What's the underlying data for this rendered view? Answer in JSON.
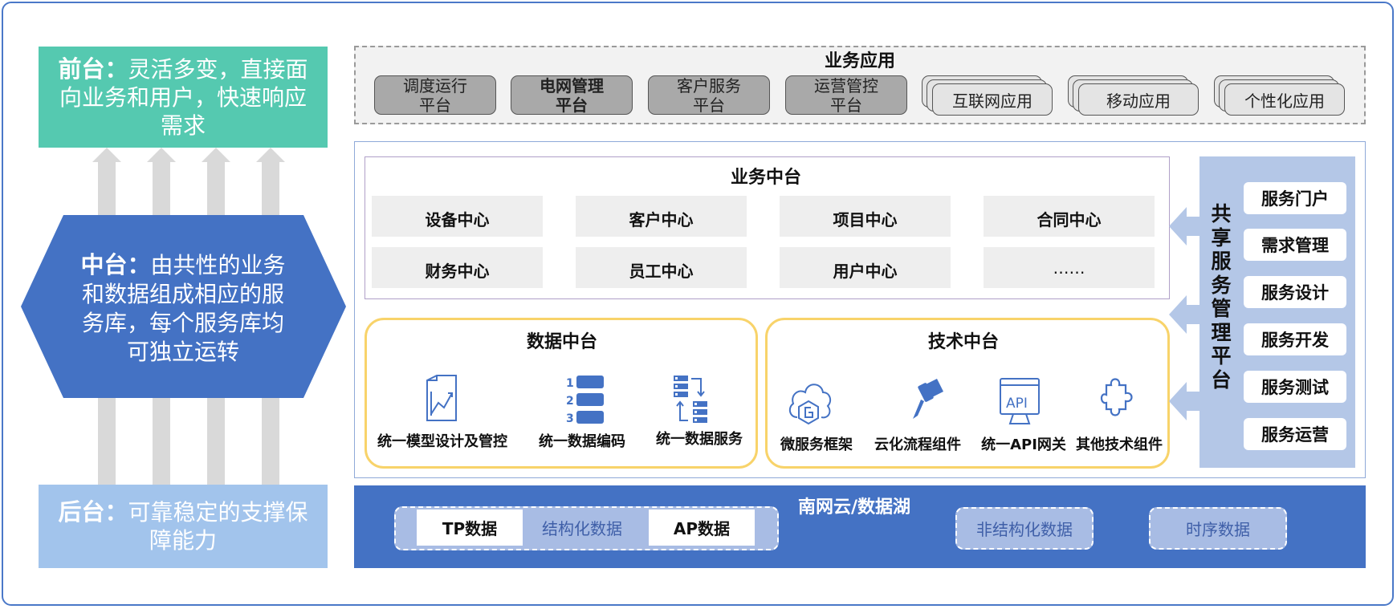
{
  "left": {
    "front_label": "前台：",
    "front_text": "灵活多变，直接面向业务和用户，快速响应需求",
    "middle_label": "中台：",
    "middle_text": "由共性的业务和数据组成相应的服务库，每个服务库均可独立运转",
    "back_label": "后台：",
    "back_text": "可靠稳定的支撑保障能力"
  },
  "business_apps": {
    "title": "业务应用",
    "platforms": [
      {
        "line1": "调度运行",
        "line2": "平台"
      },
      {
        "line1": "电网管理",
        "line2": "平台"
      },
      {
        "line1": "客户服务",
        "line2": "平台"
      },
      {
        "line1": "运营管控",
        "line2": "平台"
      }
    ],
    "stacked": [
      "互联网应用",
      "移动应用",
      "个性化应用"
    ]
  },
  "business_center": {
    "title": "业务中台",
    "centers": [
      "设备中心",
      "客户中心",
      "项目中心",
      "合同中心",
      "财务中心",
      "员工中心",
      "用户中心",
      "……"
    ]
  },
  "data_center": {
    "title": "数据中台",
    "items": [
      "统一模型设计及管控",
      "统一数据编码",
      "统一数据服务"
    ],
    "icons": [
      "chart-document-icon",
      "numbered-list-icon",
      "data-exchange-icon"
    ],
    "list_numbers": [
      "1",
      "2",
      "3"
    ]
  },
  "tech_center": {
    "title": "技术中台",
    "items": [
      "微服务框架",
      "云化流程组件",
      "统一API网关",
      "其他技术组件"
    ],
    "icons": [
      "cloud-service-icon",
      "flow-component-icon",
      "api-gateway-icon",
      "puzzle-icon"
    ],
    "api_text": "API"
  },
  "shared_platform": {
    "title": "共享服务管理平台",
    "services": [
      "服务门户",
      "需求管理",
      "服务设计",
      "服务开发",
      "服务测试",
      "服务运营"
    ]
  },
  "data_lake": {
    "title": "南网云/数据湖",
    "tp": "TP数据",
    "structured": "结构化数据",
    "ap": "AP数据",
    "unstructured": "非结构化数据",
    "timeseries": "时序数据"
  },
  "colors": {
    "front": "#55c9b0",
    "middle": "#4472c4",
    "back": "#a2c4ec",
    "lake": "#4472c4",
    "yellow_border": "#f8d36a",
    "shared_panel": "#b4c7e7",
    "icon_blue": "#4472c4"
  }
}
